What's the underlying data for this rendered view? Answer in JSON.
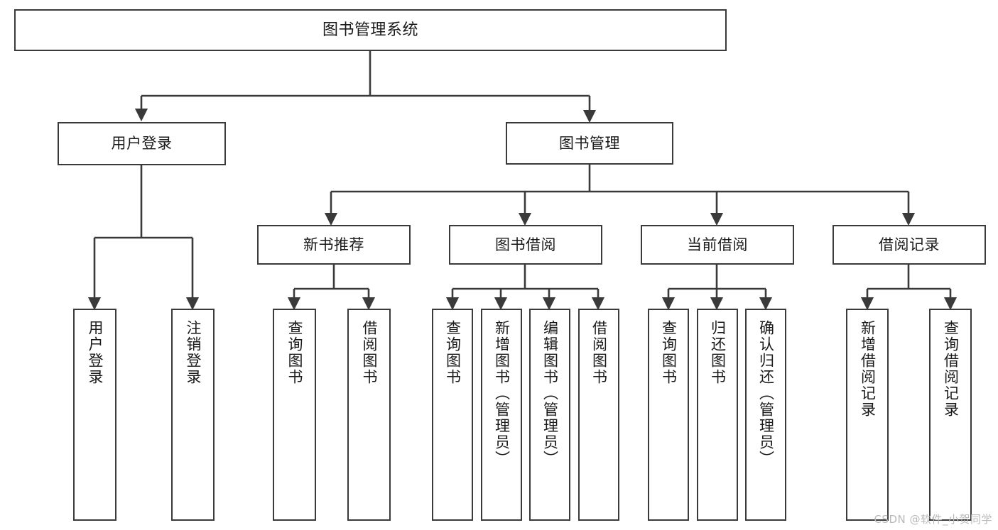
{
  "diagram": {
    "title": "图书管理系统",
    "type": "tree-hierarchy",
    "background_color": "#ffffff",
    "node_border_color": "#3a3a3a",
    "edge_color": "#3a3a3a",
    "text_color": "#1a1a1a"
  },
  "root": {
    "label": "图书管理系统"
  },
  "level2": [
    {
      "label": "用户登录"
    },
    {
      "label": "图书管理"
    }
  ],
  "level3": [
    {
      "label": "新书推荐"
    },
    {
      "label": "图书借阅"
    },
    {
      "label": "当前借阅"
    },
    {
      "label": "借阅记录"
    }
  ],
  "leaves": {
    "user_login": [
      {
        "label": "用户登录"
      },
      {
        "label": "注销登录"
      }
    ],
    "new_book_recommend": [
      {
        "label": "查询图书"
      },
      {
        "label": "借阅图书"
      }
    ],
    "book_borrow": [
      {
        "label": "查询图书"
      },
      {
        "label": "新增图书（管理员）"
      },
      {
        "label": "编辑图书（管理员）"
      },
      {
        "label": "借阅图书"
      }
    ],
    "current_borrow": [
      {
        "label": "查询图书"
      },
      {
        "label": "归还图书"
      },
      {
        "label": "确认归还（管理员）"
      }
    ],
    "borrow_record": [
      {
        "label": "新增借阅记录"
      },
      {
        "label": "查询借阅记录"
      }
    ]
  },
  "watermark": {
    "text": "CSDN @软件_小贺同学"
  }
}
